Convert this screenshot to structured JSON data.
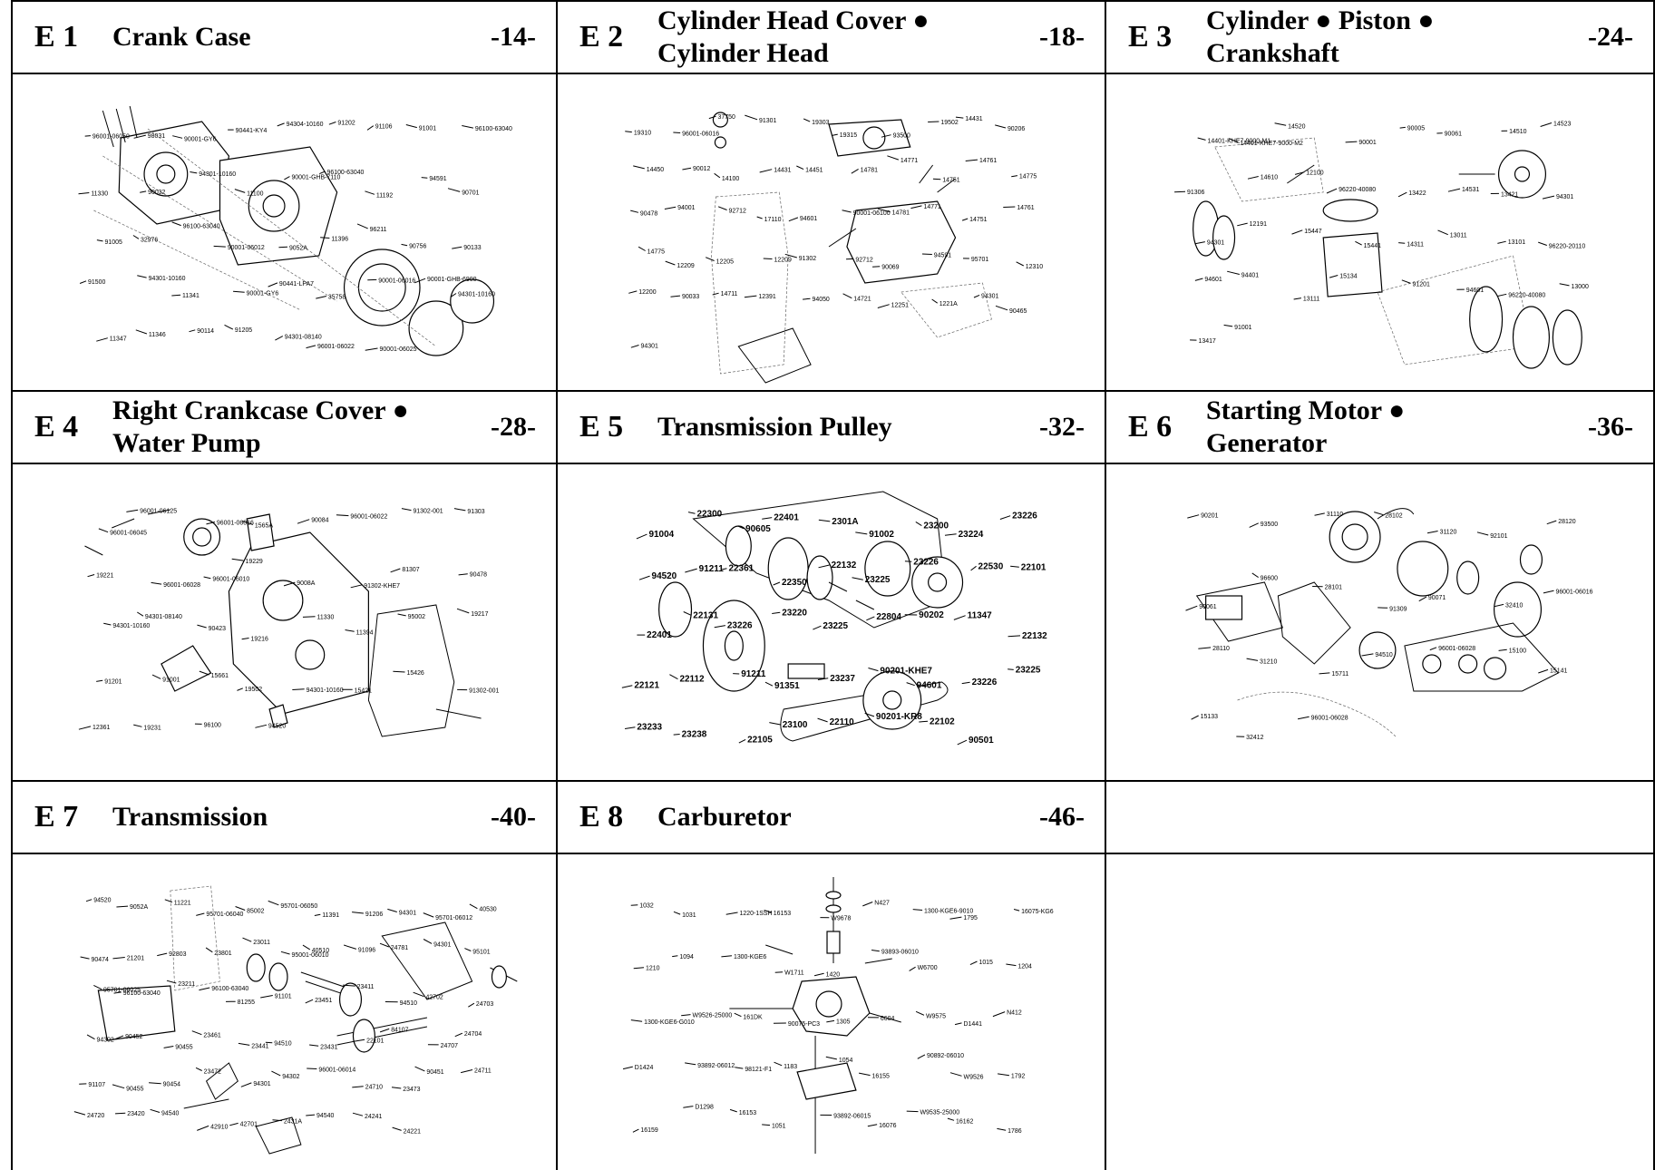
{
  "sections": [
    {
      "code": "E 1",
      "title": "Crank Case",
      "page": "-14-"
    },
    {
      "code": "E 2",
      "title": "Cylinder Head Cover ●\nCylinder Head",
      "page": "-18-"
    },
    {
      "code": "E 3",
      "title": "Cylinder ● Piston ●\nCrankshaft",
      "page": "-24-"
    },
    {
      "code": "E 4",
      "title": "Right Crankcase Cover ●\nWater Pump",
      "page": "-28-"
    },
    {
      "code": "E 5",
      "title": "Transmission Pulley",
      "page": "-32-"
    },
    {
      "code": "E 6",
      "title": "Starting Motor ●\nGenerator",
      "page": "-36-"
    },
    {
      "code": "E 7",
      "title": "Transmission",
      "page": "-40-"
    },
    {
      "code": "E 8",
      "title": "Carburetor",
      "page": "-46-"
    }
  ],
  "diagram_labels": {
    "e1": [
      "96001-06050",
      "98031",
      "90001-GY6",
      "90441-KY4",
      "94304-10160",
      "91202",
      "91106",
      "91001",
      "96100-63040",
      "11330",
      "90032",
      "94301-10160",
      "11100",
      "90001-GHB-7110",
      "96100-63040",
      "11192",
      "94591",
      "90701",
      "91005",
      "32976",
      "96100-63040",
      "90001-06012",
      "9052A",
      "11396",
      "96211",
      "90756",
      "90133",
      "91500",
      "94301-10160",
      "11341",
      "90001-GY6",
      "90441-LPA7",
      "35758",
      "90001-06016",
      "90001-GHB-6900",
      "94301-10160",
      "11347",
      "11346",
      "90114",
      "91205",
      "94301-08140",
      "96001-06022",
      "90001-06025"
    ],
    "e2": [
      "19310",
      "96001-06016",
      "37750",
      "91301",
      "19303",
      "19315",
      "93500",
      "19502",
      "14431",
      "90206",
      "14450",
      "90012",
      "14100",
      "14431",
      "14451",
      "14781",
      "14771",
      "14751",
      "14761",
      "14775",
      "90478",
      "94001",
      "92712",
      "17110",
      "94601",
      "90001-06100",
      "14781",
      "14771",
      "14751",
      "14761",
      "14775",
      "12209",
      "12205",
      "12209",
      "91302",
      "92712",
      "90069",
      "94591",
      "95701",
      "12310",
      "12200",
      "90033",
      "14711",
      "12391",
      "94050",
      "14721",
      "12251",
      "1221A",
      "94301",
      "90465",
      "94301"
    ],
    "e3": [
      "14401-KHE7-9000-M1",
      "14401-KHE7-9000-M2",
      "14520",
      "90001",
      "90005",
      "90061",
      "14510",
      "14523",
      "91306",
      "14610",
      "12100",
      "96220-40080",
      "13422",
      "14531",
      "13421",
      "94301",
      "94301",
      "12191",
      "15447",
      "15441",
      "14311",
      "13011",
      "13101",
      "96220-20110",
      "94601",
      "94401",
      "13111",
      "15134",
      "91201",
      "94601",
      "96220-40080",
      "13000",
      "13417",
      "91001"
    ],
    "e4": [
      "96001-06045",
      "96001-06125",
      "96001-06016",
      "1565A",
      "90084",
      "96001-06022",
      "91302-001",
      "91303",
      "19221",
      "96001-06028",
      "96001-06010",
      "19229",
      "9008A",
      "91302-KHE7",
      "81307",
      "90478",
      "94301-10160",
      "94301-08140",
      "90423",
      "19216",
      "11330",
      "11394",
      "95002",
      "19217",
      "91201",
      "91001",
      "15661",
      "19502",
      "94301-10160",
      "15421",
      "15426",
      "91302-001",
      "12361",
      "19231",
      "96100",
      "94520"
    ],
    "e5": [
      "91004",
      "22300",
      "90605",
      "22401",
      "2301A",
      "91002",
      "23200",
      "23224",
      "23226",
      "94520",
      "91211",
      "22361",
      "22350",
      "22132",
      "23225",
      "23226",
      "22530",
      "22101",
      "22401",
      "22131",
      "23226",
      "23220",
      "23225",
      "22804",
      "90202",
      "11347",
      "22132",
      "22121",
      "22112",
      "91211",
      "91351",
      "23237",
      "90201-KHE7",
      "94601",
      "23226",
      "23225",
      "23233",
      "23238",
      "22105",
      "23100",
      "22110",
      "90201-KR8",
      "22102",
      "90501"
    ],
    "e6": [
      "90201",
      "93500",
      "31110",
      "28102",
      "31120",
      "92101",
      "28120",
      "90061",
      "96600",
      "28101",
      "91309",
      "90071",
      "32410",
      "96001-06016",
      "28110",
      "31210",
      "15711",
      "94510",
      "96001-06028",
      "15100",
      "15141",
      "15133",
      "32412",
      "96001-06028"
    ],
    "e7": [
      "94520",
      "9052A",
      "11221",
      "95701-06040",
      "85002",
      "95701-06050",
      "11391",
      "91206",
      "94301",
      "95701-06012",
      "40530",
      "90474",
      "21201",
      "92803",
      "23801",
      "23011",
      "95001-06010",
      "40510",
      "91096",
      "24781",
      "94301",
      "95101",
      "95701-06025",
      "96100-63040",
      "23211",
      "96100-63040",
      "81255",
      "91101",
      "23451",
      "23411",
      "94510",
      "42702",
      "24703",
      "94302",
      "90452",
      "90455",
      "23461",
      "23441",
      "94510",
      "23431",
      "22101",
      "84107",
      "24707",
      "24704",
      "91107",
      "90455",
      "90454",
      "23472",
      "94301",
      "94302",
      "96001-06014",
      "24710",
      "23473",
      "90451",
      "24711",
      "24720",
      "23420",
      "94540",
      "42910",
      "42701",
      "2431A",
      "94540",
      "24241",
      "24221"
    ],
    "e8": [
      "1032",
      "1031",
      "1220-1SSH",
      "16153",
      "W9678",
      "N427",
      "1300-KGE6-9010",
      "1795",
      "16075-KG6",
      "1210",
      "1094",
      "1300-KGE6",
      "W1711",
      "1420",
      "93893-06010",
      "W6700",
      "1015",
      "1204",
      "1300-KGE6-G010",
      "W9526-25000",
      "161DK",
      "90075-PC3",
      "1305",
      "6604",
      "W9575",
      "D1441",
      "N412",
      "D1424",
      "93892-06012",
      "98121-F1",
      "1183",
      "1054",
      "16155",
      "90892-06010",
      "W9526",
      "1792",
      "16159",
      "D1298",
      "16153",
      "1051",
      "93892-06015",
      "16076",
      "W9535-25000",
      "16162",
      "1786"
    ]
  }
}
